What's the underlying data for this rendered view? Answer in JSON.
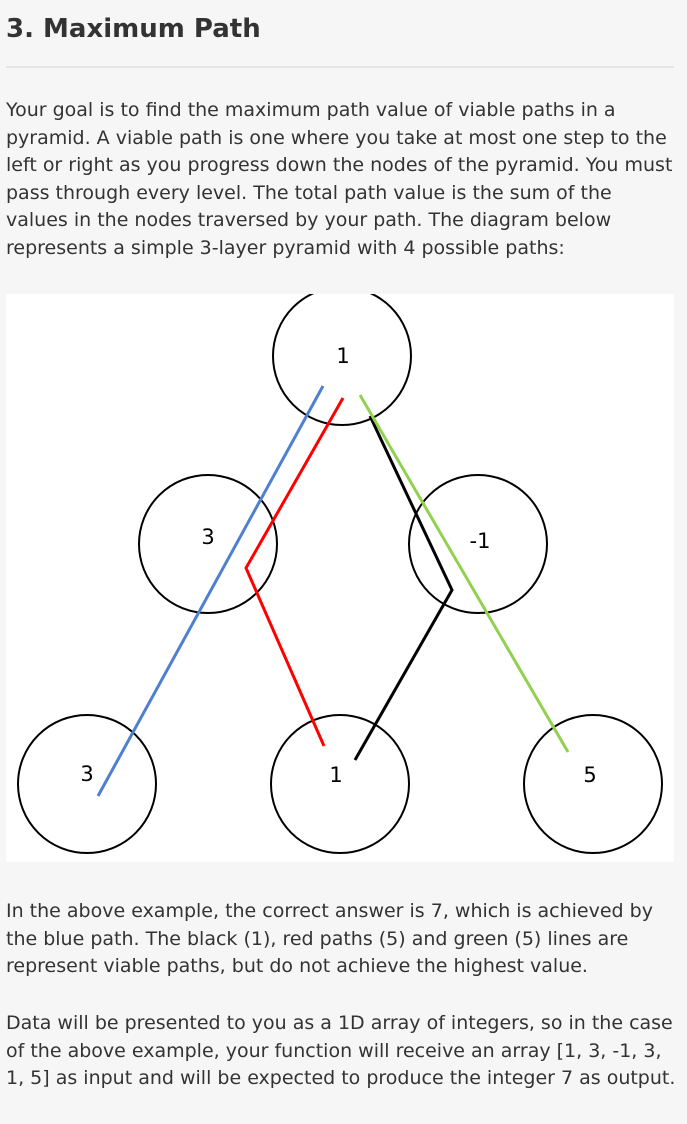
{
  "document": {
    "title": "3. Maximum Path",
    "intro": "Your goal is to find the maximum path value of viable paths in a pyramid. A viable path is one where you take at most one step to the left or right as you progress down the nodes of the pyramid. You must pass through every level. The total path value is the sum of the values in the nodes traversed by your path. The diagram below represents a simple 3-layer pyramid with 4 possible paths:",
    "answer_paragraph": "In the above example, the correct answer is 7, which is achieved by the blue path. The black (1), red paths (5) and green (5) lines are represent viable paths, but do not achieve the highest value.",
    "data_paragraph": "Data will be presented to you as a 1D array of integers, so in the case of the above example, your function will receive an array [1, 3, -1, 3, 1, 5] as input and will be expected to produce the integer 7 as output."
  },
  "diagram": {
    "nodes": [
      {
        "value": "1"
      },
      {
        "value": "3"
      },
      {
        "value": "-1"
      },
      {
        "value": "3"
      },
      {
        "value": "1"
      },
      {
        "value": "5"
      }
    ],
    "path_colors": {
      "blue": "#4f7fd1",
      "red": "#ff0000",
      "black": "#000000",
      "green": "#92d050"
    },
    "node_stroke": "#000000",
    "background": "#ffffff"
  },
  "theme": {
    "page_background": "#f6f6f6",
    "text_color": "#333333",
    "rule_color": "#e6e6e6"
  }
}
